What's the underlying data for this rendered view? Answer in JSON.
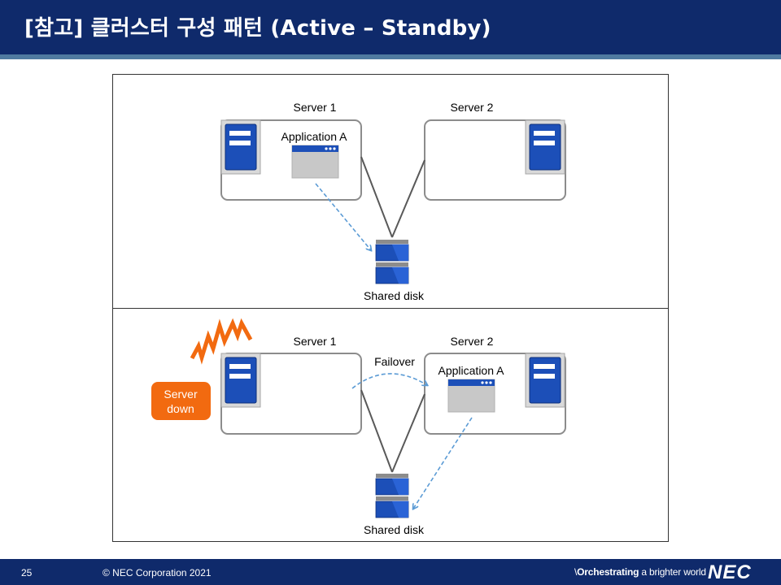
{
  "header": {
    "title": "[참고] 클러스터 구성 패턴 (Active – Standby)"
  },
  "diagram": {
    "top": {
      "server1_label": "Server 1",
      "server2_label": "Server 2",
      "app_label": "Application A",
      "disk_label": "Shared disk"
    },
    "bottom": {
      "server1_label": "Server 1",
      "server2_label": "Server 2",
      "app_label": "Application A",
      "disk_label": "Shared disk",
      "failover_label": "Failover",
      "server_down_line1": "Server",
      "server_down_line2": "down"
    }
  },
  "colors": {
    "title_bg": "#0f2a6b",
    "server_blue": "#1c4fb8",
    "alert_orange": "#f26a10",
    "arrow_blue": "#5b9bd5"
  },
  "footer": {
    "page_number": "25",
    "copyright": "© NEC Corporation 2021",
    "tagline_slash": "\\",
    "tagline_bold": "Orchestrating",
    "tagline_rest": " a brighter world",
    "logo": "NEC"
  }
}
